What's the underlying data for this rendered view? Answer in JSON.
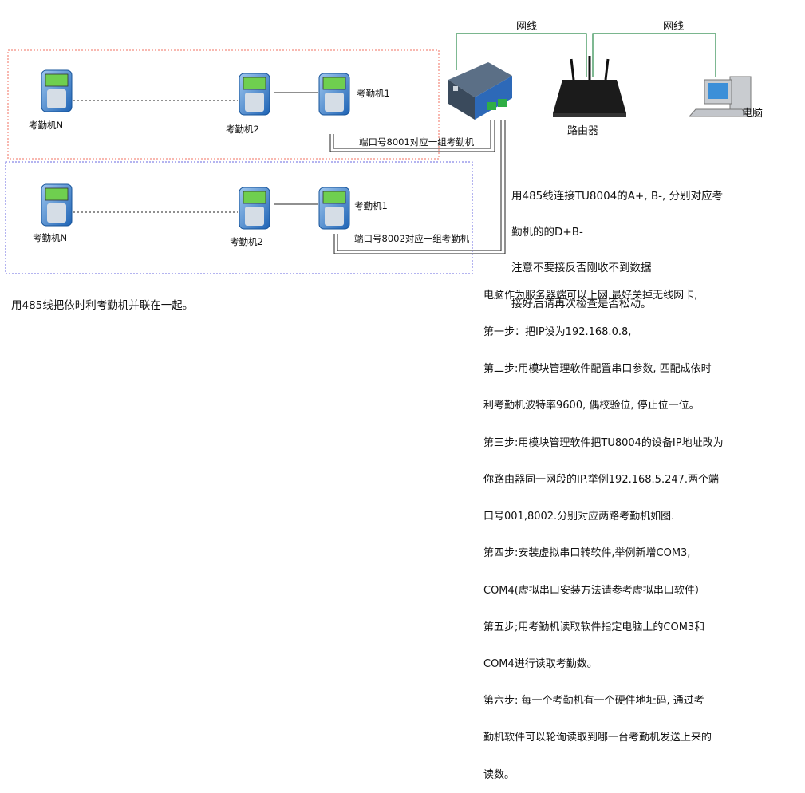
{
  "network": {
    "wire_label_left": "网线",
    "wire_label_right": "网线",
    "router_label": "路由器",
    "pc_label": "电脑"
  },
  "group1": {
    "terminal_n": "考勤机N",
    "terminal_2": "考勤机2",
    "terminal_1": "考勤机1",
    "port_label": "端口号8001对应一组考勤机"
  },
  "group2": {
    "terminal_n": "考勤机N",
    "terminal_2": "考勤机2",
    "terminal_1": "考勤机1",
    "port_label": "端口号8002对应一组考勤机"
  },
  "notes": {
    "wiring": [
      "用485线连接TU8004的A+, B-, 分别对应考",
      "勤机的的D+B-",
      "注意不要接反否刚收不到数据",
      "接好后请再次检查是否松动。"
    ],
    "parallel": "用485线把依时利考勤机并联在一起。",
    "steps": [
      "电脑作为服务器端可以上网,最好关掉无线网卡,",
      "第一步：把IP设为192.168.0.8,",
      "第二步:用模块管理软件配置串口参数, 匹配成依时",
      "利考勤机波特率9600, 偶校验位, 停止位一位。",
      "第三步:用模块管理软件把TU8004的设备IP地址改为",
      "你路由器同一网段的IP.举例192.168.5.247.两个端",
      "口号001,8002.分别对应两路考勤机如图.",
      "第四步:安装虚拟串口转软件,举例新增COM3,",
      "COM4(虚拟串口安装方法请参考虚拟串口软件）",
      "第五步;用考勤机读取软件指定电脑上的COM3和",
      "COM4进行读取考勤数。",
      "第六步: 每一个考勤机有一个硬件地址码, 通过考",
      "勤机软件可以轮询读取到哪一台考勤机发送上来的",
      "读数。"
    ]
  },
  "colors": {
    "network_wire": "#2a8a4a",
    "group1_border": "#f07060",
    "group2_border": "#6a6ae0",
    "bus_wire": "#222222"
  }
}
